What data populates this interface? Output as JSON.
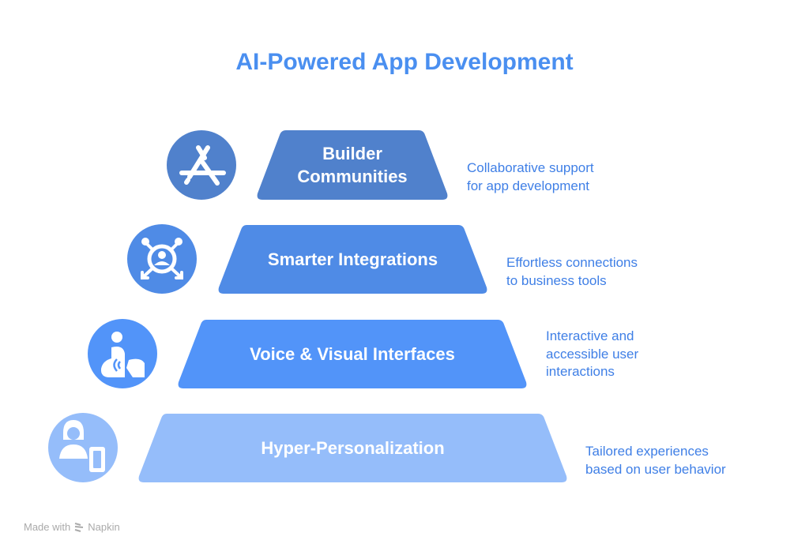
{
  "title": "AI-Powered App Development",
  "tiers": [
    {
      "label_lines": [
        "Builder",
        "Communities"
      ],
      "desc_lines": [
        "Collaborative support",
        "for app development"
      ],
      "icon": "app-store-icon",
      "color": "#5081cc"
    },
    {
      "label_lines": [
        "Smarter Integrations"
      ],
      "desc_lines": [
        "Effortless connections",
        "to business tools"
      ],
      "icon": "integration-hub-icon",
      "color": "#4f8be6"
    },
    {
      "label_lines": [
        "Voice & Visual Interfaces"
      ],
      "desc_lines": [
        "Interactive and",
        "accessible user",
        "interactions"
      ],
      "icon": "voice-gesture-icon",
      "color": "#5294f9"
    },
    {
      "label_lines": [
        "Hyper-Personalization"
      ],
      "desc_lines": [
        "Tailored experiences",
        "based on user behavior"
      ],
      "icon": "user-device-icon",
      "color": "#95bdfa"
    }
  ],
  "footer": {
    "made_with": "Made with",
    "brand": "Napkin"
  }
}
